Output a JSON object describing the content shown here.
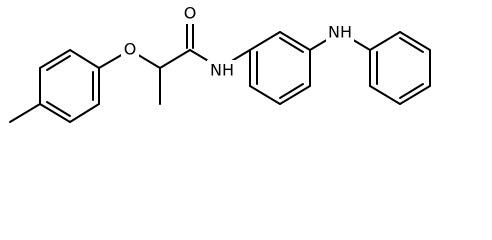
{
  "molecule": {
    "atoms": {
      "oxygen_carbonyl": "O",
      "oxygen_ether": "O",
      "nitrogen_amide": "NH",
      "nitrogen_amine": "NH"
    },
    "colors": {
      "bond": "#000000",
      "background": "#ffffff"
    }
  }
}
